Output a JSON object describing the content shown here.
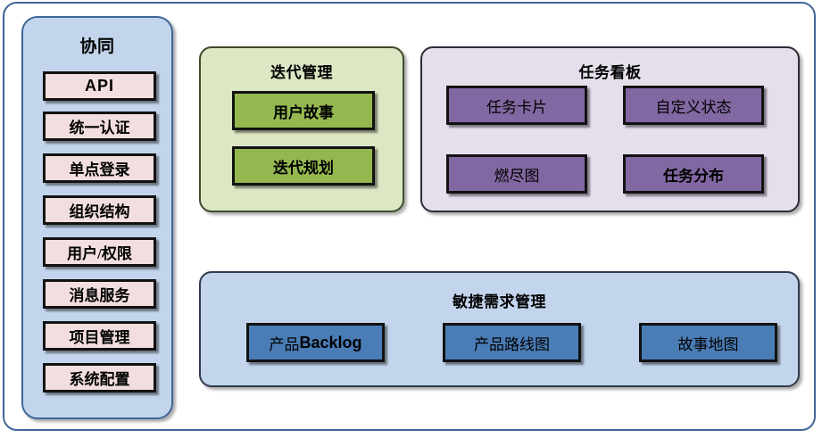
{
  "sidebar": {
    "title": "协同",
    "items": [
      {
        "label": "API",
        "style": "sans"
      },
      {
        "label": "统一认证",
        "style": "serif"
      },
      {
        "label": "单点登录",
        "style": "serif"
      },
      {
        "label": "组织结构",
        "style": "serif"
      },
      {
        "label": "用户/权限",
        "style": "serif"
      },
      {
        "label": "消息服务",
        "style": "serif"
      },
      {
        "label": "项目管理",
        "style": "serif"
      },
      {
        "label": "系统配置",
        "style": "serif"
      }
    ]
  },
  "iteration": {
    "title": "迭代管理",
    "items": [
      {
        "label": "用户故事"
      },
      {
        "label": "迭代规划"
      }
    ]
  },
  "taskboard": {
    "title": "任务看板",
    "items": [
      {
        "label": "任务卡片"
      },
      {
        "label": "自定义状态"
      },
      {
        "label": "燃尽图"
      },
      {
        "label": "任务分布"
      }
    ]
  },
  "agile": {
    "title": "敏捷需求管理",
    "items": [
      {
        "label_cn": "产品",
        "label_latin": "Backlog"
      },
      {
        "label_cn": "产品路线图",
        "label_latin": ""
      },
      {
        "label_cn": "故事地图",
        "label_latin": ""
      }
    ]
  },
  "colors": {
    "frame_border": "#3f6698",
    "sidebar_bg": "#c3d5ec",
    "sidebar_item_bg": "#f2dede",
    "green_panel_bg": "#dce7c3",
    "green_box_bg": "#94b84f",
    "purple_panel_bg": "#e5dfec",
    "purple_box_bg": "#8268a2",
    "blue_panel_bg": "#c3d5ec",
    "blue_box_bg": "#4a7cb5",
    "box_border": "#121212"
  }
}
